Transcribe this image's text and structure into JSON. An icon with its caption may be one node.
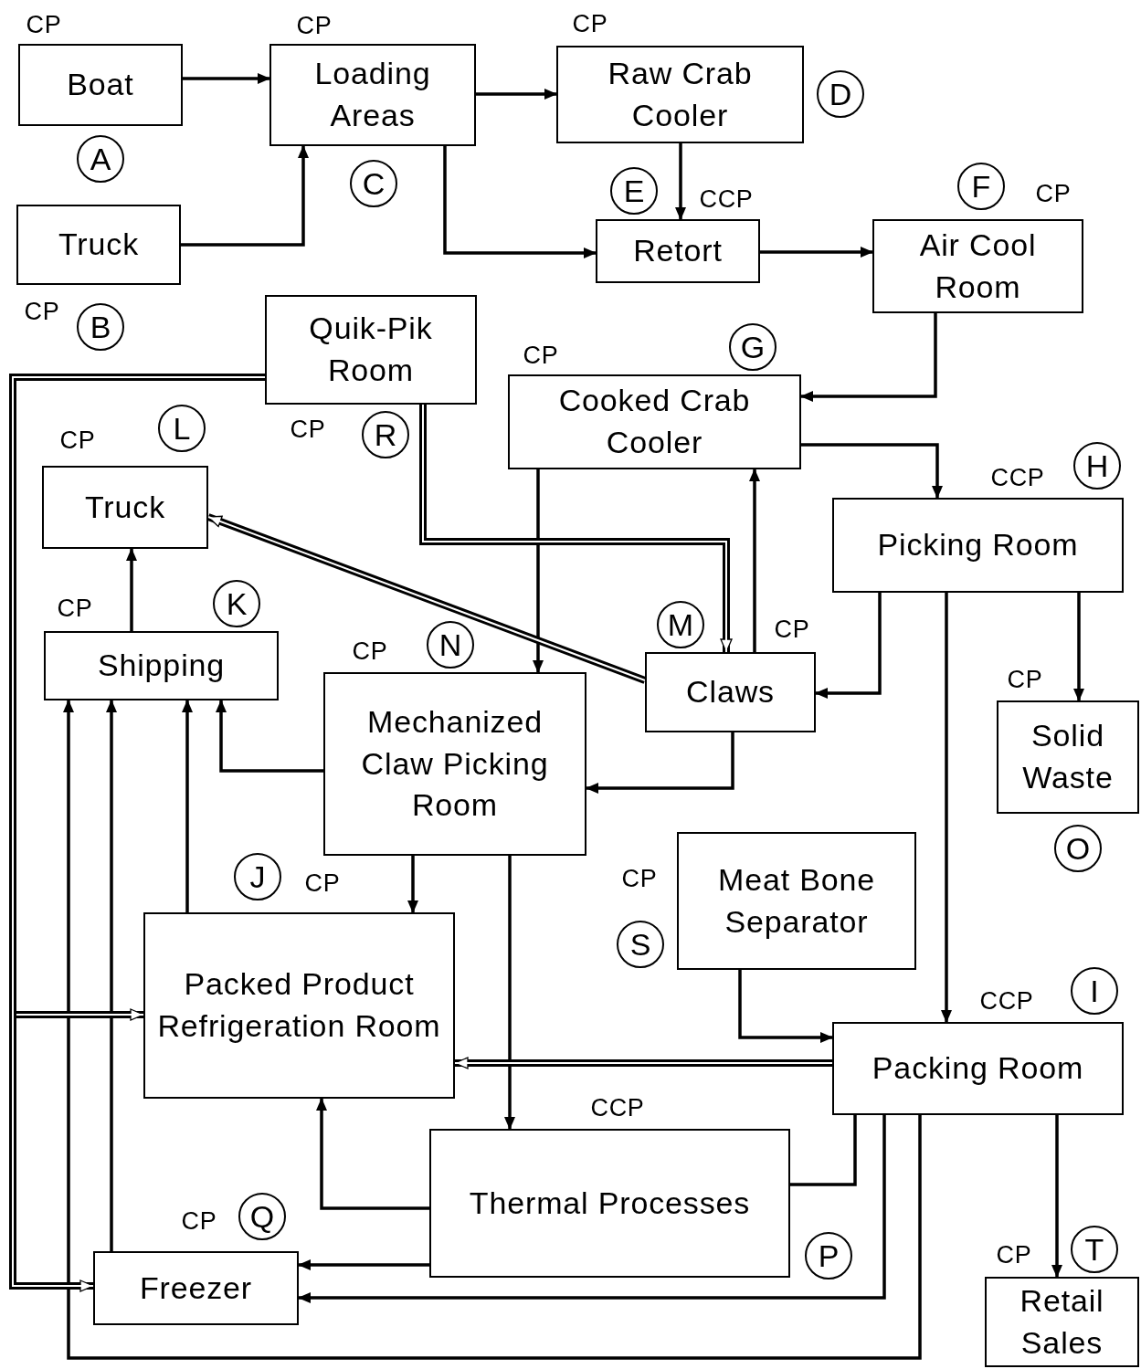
{
  "diagram": {
    "nodes": [
      {
        "text": [
          "Boat"
        ],
        "beside": [
          "CP",
          "A"
        ]
      },
      {
        "text": [
          "Truck"
        ],
        "beside": [
          "CP",
          "B"
        ]
      },
      {
        "text": [
          "Loading Areas"
        ],
        "beside": [
          "CP",
          "C"
        ]
      },
      {
        "text": [
          "Raw Crab Cooler"
        ],
        "beside": [
          "CP",
          "D"
        ]
      },
      {
        "text": [
          "Retort"
        ],
        "beside": [
          "E",
          "CCP"
        ]
      },
      {
        "text": [
          "Air Cool Room"
        ],
        "beside": [
          "F",
          "CP"
        ]
      },
      {
        "text": [
          "Quik-Pik Room"
        ],
        "beside": [
          "CP",
          "R"
        ]
      },
      {
        "text": [
          "Cooked Crab Cooler"
        ],
        "beside": [
          "CP",
          "G"
        ]
      },
      {
        "text": [
          "Truck"
        ],
        "beside": [
          "CP",
          "L"
        ]
      },
      {
        "text": [
          "Picking Room"
        ],
        "beside": [
          "CCP",
          "H"
        ]
      },
      {
        "text": [
          "Shipping"
        ],
        "beside": [
          "CP",
          "K"
        ]
      },
      {
        "text": [
          "Claws"
        ],
        "beside": [
          "M",
          "CP"
        ]
      },
      {
        "text": [
          "Mechanized Claw Picking Room"
        ],
        "beside": [
          "CP",
          "N"
        ]
      },
      {
        "text": [
          "Solid Waste"
        ],
        "beside": [
          "CP",
          "O"
        ]
      },
      {
        "text": [
          "Meat Bone Separator"
        ],
        "beside": [
          "CP",
          "S"
        ]
      },
      {
        "text": [
          "Packed Product Refrigeration Room"
        ],
        "beside": [
          "J",
          "CP"
        ]
      },
      {
        "text": [
          "Packing Room"
        ],
        "beside": [
          "CCP",
          "I"
        ]
      },
      {
        "text": [
          "Thermal Processes"
        ],
        "beside": [
          "CCP",
          "P"
        ]
      },
      {
        "text": [
          "Freezer"
        ],
        "beside": [
          "CP",
          "Q"
        ]
      },
      {
        "text": [
          "Retail Sales"
        ],
        "beside": [
          "CP",
          "T"
        ]
      }
    ],
    "edges": [
      {
        "from": 0,
        "to": 2,
        "arrow": "to"
      },
      {
        "from": 1,
        "to": 2,
        "arrow": "to"
      },
      {
        "from": 2,
        "to": 3,
        "arrow": "to"
      },
      {
        "from": 2,
        "to": 4,
        "arrow": "to"
      },
      {
        "from": 3,
        "to": 4,
        "arrow": "to"
      },
      {
        "from": 4,
        "to": 5,
        "arrow": "to"
      },
      {
        "from": 5,
        "to": 7,
        "arrow": "to"
      },
      {
        "from": 7,
        "to": 9,
        "arrow": "to"
      },
      {
        "from": 7,
        "to": 12,
        "arrow": "to"
      },
      {
        "from": 6,
        "to": 11,
        "arrow": "to",
        "style": "thick"
      },
      {
        "from": 11,
        "to": 8,
        "arrow": "to",
        "style": "thick"
      },
      {
        "from": 11,
        "to": 7,
        "arrow": "to"
      },
      {
        "from": 9,
        "to": 11,
        "arrow": "to"
      },
      {
        "from": 9,
        "to": 13,
        "arrow": "to"
      },
      {
        "from": 9,
        "to": 16,
        "arrow": "to"
      },
      {
        "from": 11,
        "to": 12,
        "arrow": "to"
      },
      {
        "from": 10,
        "to": 8,
        "arrow": "to"
      },
      {
        "from": 12,
        "to": 10,
        "arrow": "to"
      },
      {
        "from": 12,
        "to": 15,
        "arrow": "to"
      },
      {
        "from": 12,
        "to": 17,
        "arrow": "to"
      },
      {
        "from": 15,
        "to": 10,
        "arrow": "to"
      },
      {
        "from": 14,
        "to": 16,
        "arrow": "to"
      },
      {
        "from": 16,
        "to": 15,
        "arrow": "to",
        "style": "thick"
      },
      {
        "from": 16,
        "to": 17,
        "arrow": "none"
      },
      {
        "from": 17,
        "to": 15,
        "arrow": "to"
      },
      {
        "from": 17,
        "to": 18,
        "arrow": "to"
      },
      {
        "from": 16,
        "to": 18,
        "arrow": "to"
      },
      {
        "from": 16,
        "to": 10,
        "arrow": "to"
      },
      {
        "from": 18,
        "to": 10,
        "arrow": "to"
      },
      {
        "from": 16,
        "to": 19,
        "arrow": "to"
      },
      {
        "from": 6,
        "to": 15,
        "arrow": "to",
        "style": "thick"
      },
      {
        "from": 6,
        "to": 18,
        "arrow": "to",
        "style": "thick"
      }
    ]
  }
}
